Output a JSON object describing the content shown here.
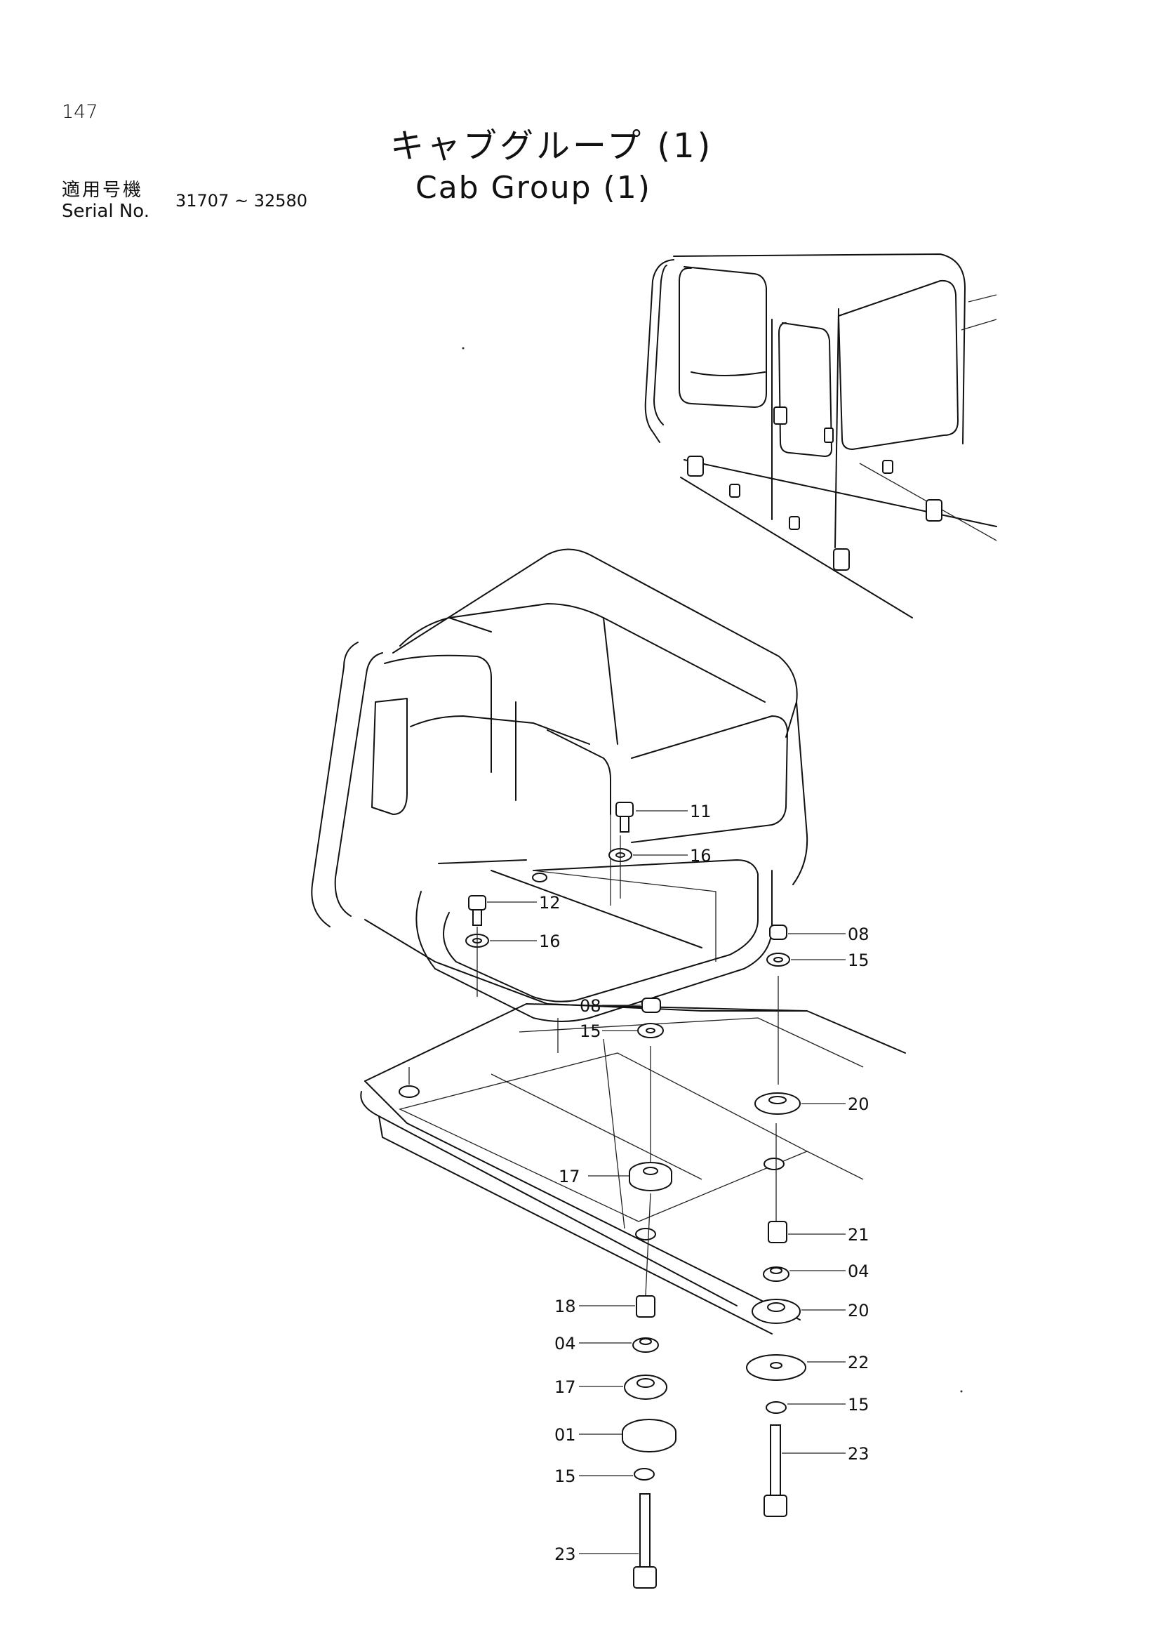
{
  "page_number": "147",
  "title_ja": "キャブグループ (1)",
  "title_en": "Cab Group (1)",
  "serial_label_ja": "適用号機",
  "serial_label_en": "Serial No.",
  "serial_range": "31707 ~ 32580",
  "callouts": [
    "11",
    "16",
    "12",
    "16",
    "08",
    "15",
    "08",
    "15",
    "20",
    "17",
    "21",
    "04",
    "20",
    "18",
    "04",
    "22",
    "17",
    "15",
    "01",
    "23",
    "15",
    "23"
  ]
}
